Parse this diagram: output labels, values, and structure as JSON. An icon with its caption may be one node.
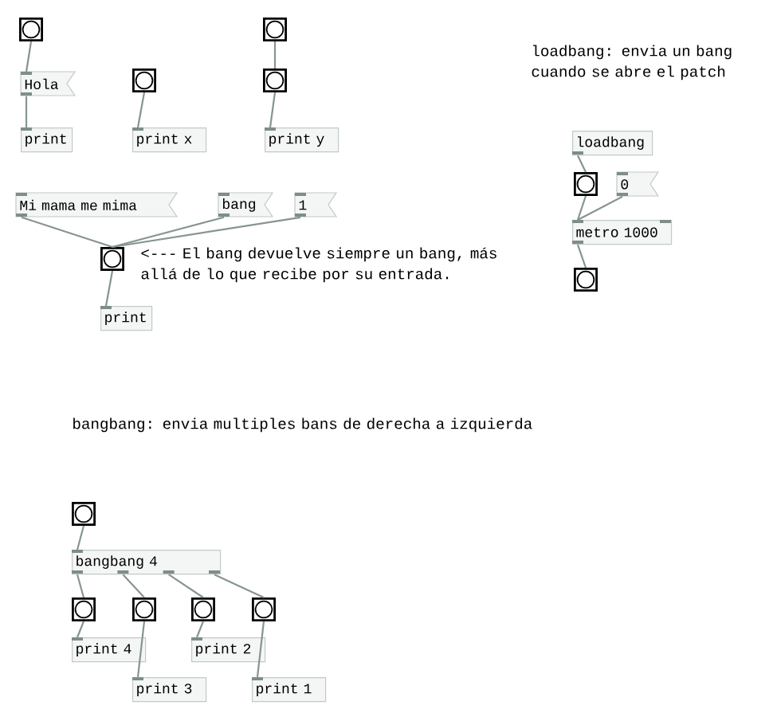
{
  "diagram": {
    "nodes": [
      {
        "text": [],
        "shape": "box"
      },
      {
        "text": [],
        "shape": "box"
      },
      {
        "text": [
          "Hola"
        ]
      },
      {
        "text": [],
        "shape": "box"
      },
      {
        "text": [],
        "shape": "box"
      },
      {
        "text": [
          "print"
        ]
      },
      {
        "text": [
          "print x"
        ]
      },
      {
        "text": [
          "print y"
        ]
      },
      {
        "text": [
          "loadbang"
        ]
      },
      {
        "text": [],
        "shape": "box"
      },
      {
        "text": [
          "0"
        ]
      },
      {
        "text": [
          "Mi mama me mima"
        ]
      },
      {
        "text": [
          "bang"
        ]
      },
      {
        "text": [
          "1"
        ]
      },
      {
        "text": [
          "metro 1000"
        ]
      },
      {
        "text": [],
        "shape": "box"
      },
      {
        "text": [],
        "shape": "box"
      },
      {
        "text": [
          "print"
        ]
      },
      {
        "text": [],
        "shape": "box"
      },
      {
        "text": [
          "bangbang 4"
        ]
      },
      {
        "text": [],
        "shape": "box"
      },
      {
        "text": [],
        "shape": "box"
      },
      {
        "text": [],
        "shape": "box"
      },
      {
        "text": [],
        "shape": "box"
      },
      {
        "text": [
          "print 4"
        ]
      },
      {
        "text": [
          "print 2"
        ]
      },
      {
        "text": [
          "print 3"
        ]
      },
      {
        "text": [
          "print 1"
        ]
      }
    ],
    "edges": [
      {
        "from": 0,
        "to": 2,
        "arrow": "none"
      },
      {
        "from": 2,
        "to": 5,
        "arrow": "none"
      },
      {
        "from": 3,
        "to": 6,
        "arrow": "none"
      },
      {
        "from": 1,
        "to": 4,
        "arrow": "none"
      },
      {
        "from": 4,
        "to": 7,
        "arrow": "none"
      },
      {
        "from": 8,
        "to": 9,
        "arrow": "none"
      },
      {
        "from": 9,
        "to": 14,
        "arrow": "none"
      },
      {
        "from": 10,
        "to": 14,
        "arrow": "none"
      },
      {
        "from": 14,
        "to": 16,
        "arrow": "none"
      },
      {
        "from": 11,
        "to": 15,
        "arrow": "none"
      },
      {
        "from": 12,
        "to": 15,
        "arrow": "none"
      },
      {
        "from": 13,
        "to": 15,
        "arrow": "none"
      },
      {
        "from": 15,
        "to": 17,
        "arrow": "none"
      },
      {
        "from": 18,
        "to": 19,
        "arrow": "none"
      },
      {
        "from": 19,
        "to": 20,
        "arrow": "none"
      },
      {
        "from": 19,
        "to": 21,
        "arrow": "none"
      },
      {
        "from": 19,
        "to": 22,
        "arrow": "none"
      },
      {
        "from": 19,
        "to": 23,
        "arrow": "none"
      },
      {
        "from": 20,
        "to": 24,
        "arrow": "none"
      },
      {
        "from": 21,
        "to": 26,
        "arrow": "none"
      },
      {
        "from": 22,
        "to": 25,
        "arrow": "none"
      },
      {
        "from": 23,
        "to": 27,
        "arrow": "none"
      }
    ],
    "labels": [
      "loadbang: envia un bang cuando se abre el patch",
      "<--- El bang devuelve siempre un bang, más allá de lo que recibe por su entrada.",
      "bangbang: envia multiples bans de derecha a izquierda"
    ]
  }
}
